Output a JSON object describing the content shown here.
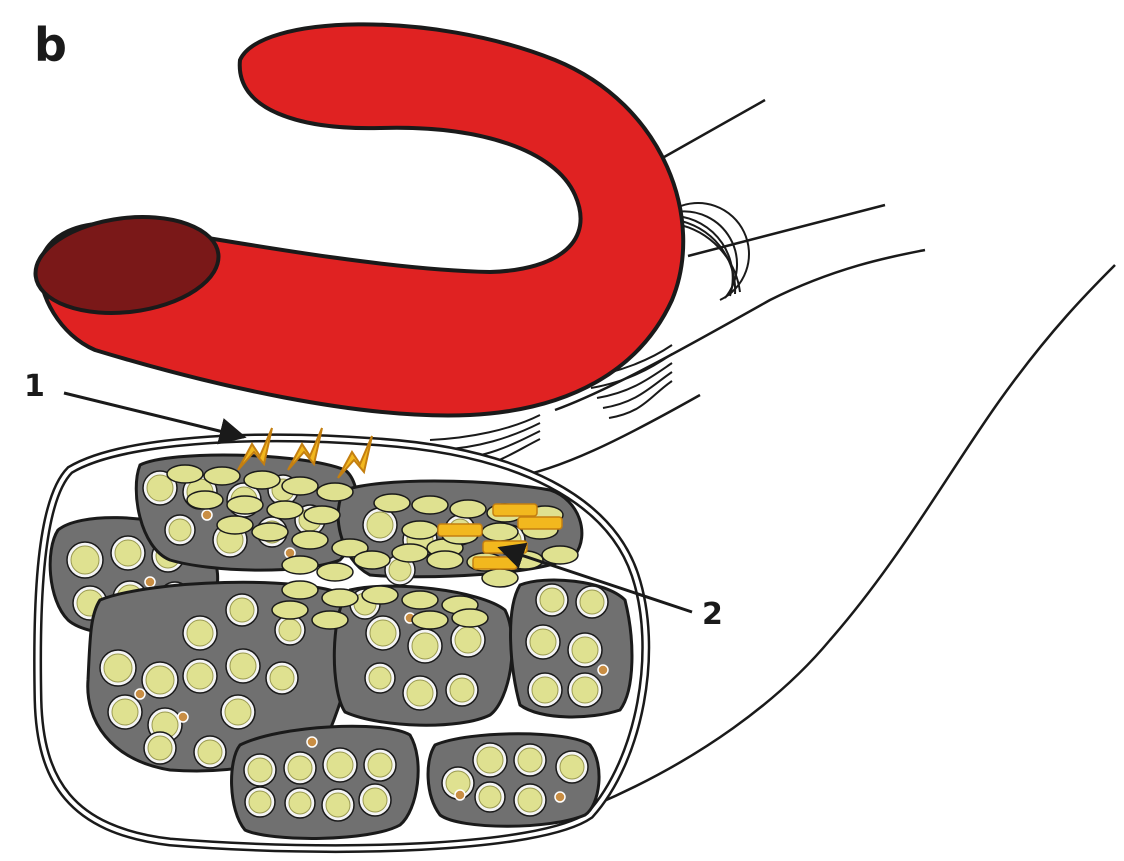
{
  "figure": {
    "panel_label": "b",
    "callouts": [
      "1",
      "2"
    ]
  },
  "colors": {
    "finger": "#e02222",
    "finger_tip": "#7a1818",
    "fascicle": "#707070",
    "fiber_fill": "#dfe190",
    "fiber_ring": "#f4f4f4",
    "capillary": "#c98e44",
    "spark": "#f2b81e",
    "outline": "#1a1a1a"
  },
  "icons": {
    "pressure_marks": "lightning-bolt",
    "fibers": "circle"
  }
}
